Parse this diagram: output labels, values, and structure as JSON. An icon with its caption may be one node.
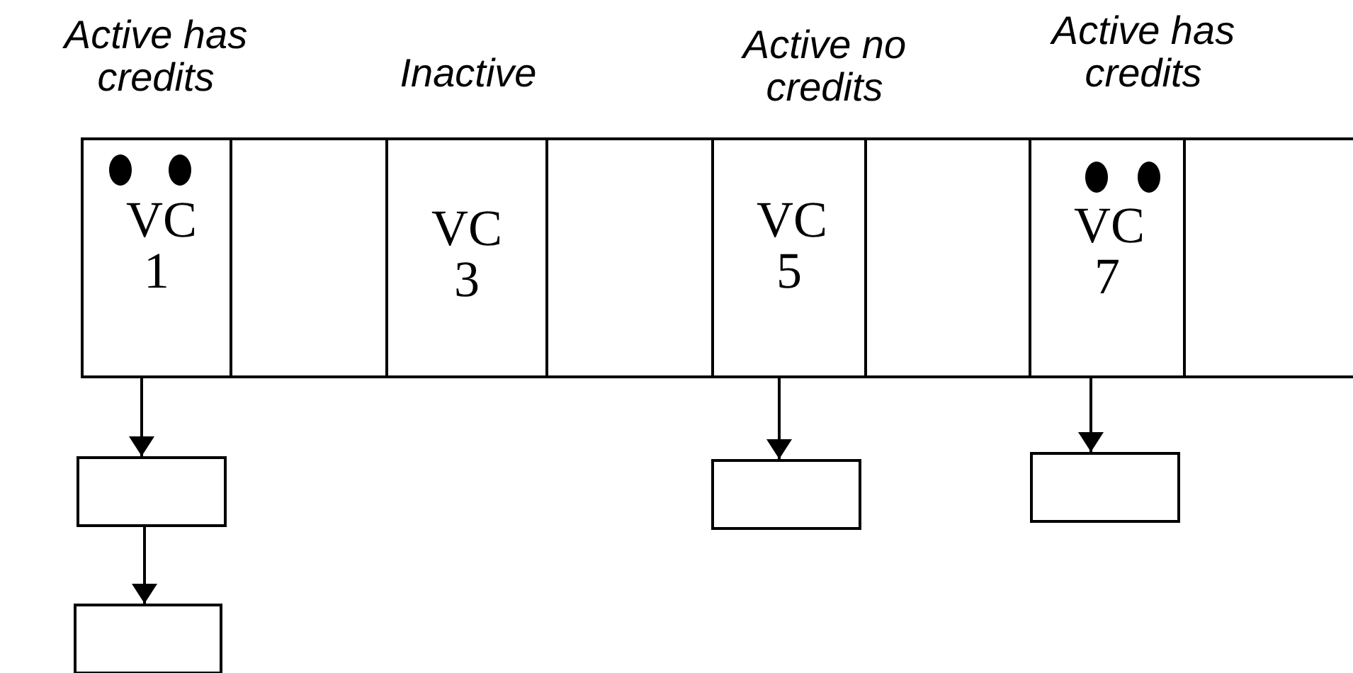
{
  "diagram": {
    "nodes": [
      {
        "text": [
          "Active has credits",
          "VC 1"
        ]
      },
      {
        "text": [],
        "shape": "box"
      },
      {
        "text": [
          "Inactive",
          "VC 3"
        ]
      },
      {
        "text": [],
        "shape": "box"
      },
      {
        "text": [
          "Active no credits",
          "VC 5"
        ]
      },
      {
        "text": [],
        "shape": "box"
      },
      {
        "text": [
          "Active has credits",
          "VC 7"
        ]
      },
      {
        "text": [],
        "shape": "box"
      },
      {
        "text": [],
        "shape": "box"
      },
      {
        "text": [],
        "shape": "box"
      },
      {
        "text": [],
        "shape": "box"
      },
      {
        "text": [],
        "shape": "box"
      }
    ],
    "edges": [
      {
        "from": 0,
        "to": 8,
        "arrow": "to"
      },
      {
        "from": 8,
        "to": 11,
        "arrow": "to"
      },
      {
        "from": 4,
        "to": 9,
        "arrow": "to"
      },
      {
        "from": 6,
        "to": 10,
        "arrow": "to"
      }
    ]
  }
}
